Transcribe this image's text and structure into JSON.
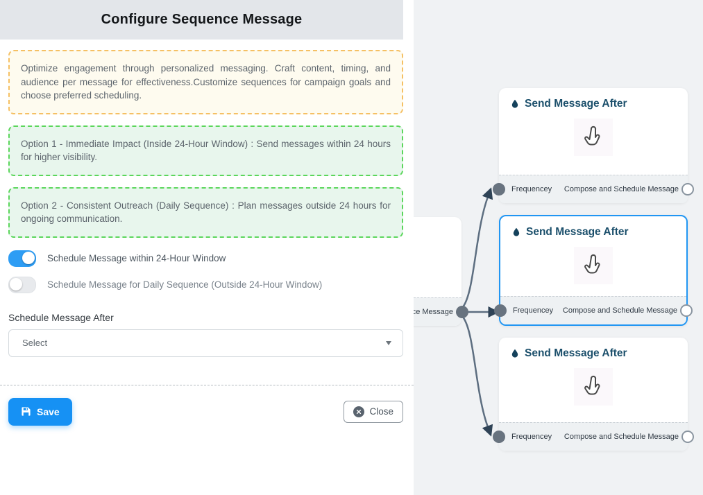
{
  "colors": {
    "accent_blue": "#1691f4",
    "toggle_on_blue": "#2e9df4",
    "selected_node_border": "#2196f3",
    "warning_border": "#f5c064",
    "warning_bg": "#fefbef",
    "success_border": "#5bd65b",
    "success_bg": "#e8f6ed",
    "node_title_color": "#1b4f6b",
    "edge_color": "#5d6e80",
    "canvas_bg": "#f0f2f4",
    "header_bg": "#e3e6ea"
  },
  "panel": {
    "title": "Configure Sequence Message",
    "info_text": "Optimize engagement through personalized messaging. Craft content, timing, and audience per message for effectiveness.Customize sequences for campaign goals and choose preferred scheduling.",
    "options": [
      {
        "text": "Option 1 - Immediate Impact (Inside 24-Hour Window) : Send messages within 24 hours for higher visibility."
      },
      {
        "text": "Option 2 - Consistent Outreach (Daily Sequence) : Plan messages outside 24 hours for ongoing communication."
      }
    ],
    "toggles": [
      {
        "label": "Schedule Message within 24-Hour Window",
        "on": true
      },
      {
        "label": "Schedule Message for Daily Sequence (Outside 24-Hour Window)",
        "on": false
      }
    ],
    "schedule_after_label": "Schedule Message After",
    "select_value": "Select",
    "buttons": {
      "save": "Save",
      "close": "Close"
    }
  },
  "flow": {
    "source": {
      "partial_label": "ce Message"
    },
    "nodes": [
      {
        "title": "Send Message After",
        "left_handle": "Frequencey",
        "right_handle": "Compose and Schedule Message",
        "selected": false
      },
      {
        "title": "Send Message After",
        "left_handle": "Frequencey",
        "right_handle": "Compose and Schedule Message",
        "selected": true
      },
      {
        "title": "Send Message After",
        "left_handle": "Frequencey",
        "right_handle": "Compose and Schedule Message",
        "selected": false
      }
    ]
  }
}
